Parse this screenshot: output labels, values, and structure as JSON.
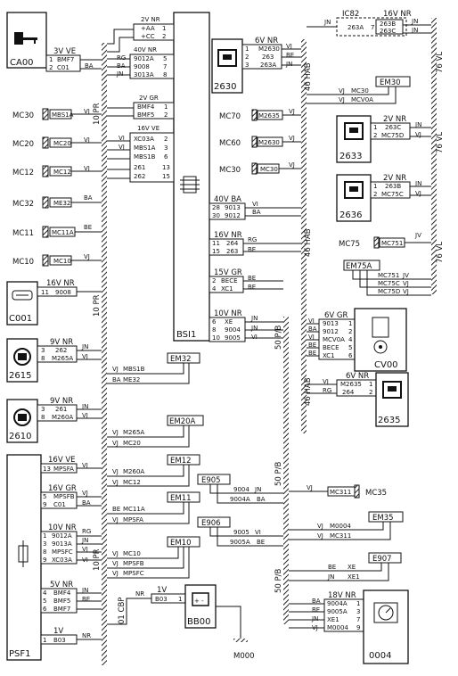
{
  "bsi": {
    "code": "BSI1"
  },
  "connectors": {
    "top": {
      "header": "2V NR",
      "pins": [
        {
          "n": "1",
          "w": "+AA"
        },
        {
          "n": "2",
          "w": "+CC"
        }
      ]
    },
    "bsi_40v": {
      "header": "40V NR",
      "pins": [
        {
          "n": "5",
          "w": "9012A"
        },
        {
          "n": "7",
          "w": "9008"
        },
        {
          "n": "8",
          "w": "3013A"
        }
      ]
    },
    "bsi_2vgr": {
      "header": "2V GR",
      "pins": [
        {
          "n": "1",
          "w": "BMF4"
        },
        {
          "n": "2",
          "w": "BMF5"
        }
      ]
    },
    "bsi_16vve": {
      "header": "16V VE",
      "pins": [
        {
          "n": "2",
          "w": "XC03A"
        },
        {
          "n": "3",
          "w": "MBS1A"
        },
        {
          "n": "6",
          "w": "MBS1B"
        },
        {
          "n": "13",
          "w": "261"
        },
        {
          "n": "15",
          "w": "262"
        }
      ]
    },
    "bsi_40vba": {
      "header": "40V BA",
      "pins": [
        {
          "n": "28",
          "w": "9013"
        },
        {
          "n": "30",
          "w": "9012"
        }
      ]
    },
    "bsi_16vnr": {
      "header": "16V NR",
      "pins": [
        {
          "n": "11",
          "w": "264"
        },
        {
          "n": "15",
          "w": "263"
        }
      ]
    },
    "bsi_15vgr": {
      "header": "15V GR",
      "pins": [
        {
          "n": "2",
          "w": "BECE"
        },
        {
          "n": "4",
          "w": "XC1"
        }
      ]
    },
    "bsi_10vnr": {
      "header": "10V NR",
      "pins": [
        {
          "n": "6",
          "w": "XE"
        },
        {
          "n": "8",
          "w": "9004"
        },
        {
          "n": "10",
          "w": "9005"
        }
      ]
    },
    "ca00_3vve": {
      "header": "3V VE",
      "pins": [
        {
          "n": "1",
          "w": "BMF7"
        },
        {
          "n": "2",
          "w": "C01"
        }
      ]
    },
    "c001_16vnr": {
      "header": "16V NR",
      "pins": [
        {
          "n": "11",
          "w": "9008"
        }
      ]
    },
    "c2615_9vnr": {
      "header": "9V NR",
      "pins": [
        {
          "n": "3",
          "w": "262"
        },
        {
          "n": "8",
          "w": "M265A"
        }
      ]
    },
    "c2610_9vnr": {
      "header": "9V NR",
      "pins": [
        {
          "n": "3",
          "w": "261"
        },
        {
          "n": "8",
          "w": "M260A"
        }
      ]
    },
    "psf1_16vve": {
      "header": "16V VE",
      "pins": [
        {
          "n": "13",
          "w": "MPSFA"
        }
      ]
    },
    "psf1_16vgr": {
      "header": "16V GR",
      "pins": [
        {
          "n": "5",
          "w": "MPSFB"
        },
        {
          "n": "9",
          "w": "C01"
        }
      ]
    },
    "psf1_10vnr": {
      "header": "10V NR",
      "pins": [
        {
          "n": "1",
          "w": "9012A"
        },
        {
          "n": "3",
          "w": "9013A"
        },
        {
          "n": "8",
          "w": "MPSFC"
        },
        {
          "n": "9",
          "w": "XC03A"
        }
      ]
    },
    "psf1_5vnr": {
      "header": "5V NR",
      "pins": [
        {
          "n": "4",
          "w": "BMF4"
        },
        {
          "n": "5",
          "w": "BMF5"
        },
        {
          "n": "6",
          "w": "BMF7"
        }
      ]
    },
    "psf1_1v": {
      "header": "1V",
      "pins": [
        {
          "n": "1",
          "w": "B03"
        }
      ]
    },
    "bb00_1v": {
      "header": "1V",
      "pins": [
        {
          "n": "1",
          "w": "B03"
        }
      ]
    },
    "c2630_6vnr": {
      "header": "6V NR",
      "pins": [
        {
          "n": "1",
          "w": "M2630"
        },
        {
          "n": "2",
          "w": "263"
        },
        {
          "n": "3",
          "w": "263A"
        }
      ]
    },
    "ic82": {
      "header": "IC82",
      "pins": [
        {
          "n": "7",
          "w": "263A"
        }
      ]
    },
    "ic82_16vnr": {
      "header": "16V NR",
      "pins": [
        {
          "n": "",
          "w": "263B"
        },
        {
          "n": "",
          "w": "263C"
        }
      ]
    },
    "c2633_2vnr": {
      "header": "2V NR",
      "pins": [
        {
          "n": "1",
          "w": "263C"
        },
        {
          "n": "2",
          "w": "MC75D"
        }
      ]
    },
    "c2636_2vnr": {
      "header": "2V NR",
      "pins": [
        {
          "n": "1",
          "w": "263B"
        },
        {
          "n": "2",
          "w": "MC75C"
        }
      ]
    },
    "cv00_6vgr": {
      "header": "6V GR",
      "pins": [
        {
          "n": "1",
          "w": "9013"
        },
        {
          "n": "2",
          "w": "9012"
        },
        {
          "n": "4",
          "w": "MCV0A"
        },
        {
          "n": "5",
          "w": "BECE"
        },
        {
          "n": "6",
          "w": "XC1"
        }
      ]
    },
    "c2635_6vnr": {
      "header": "6V NR",
      "pins": [
        {
          "n": "1",
          "w": "M2635"
        },
        {
          "n": "2",
          "w": "264"
        }
      ]
    },
    "c0004_18vnr": {
      "header": "18V NR",
      "pins": [
        {
          "n": "1",
          "w": "9004A"
        },
        {
          "n": "3",
          "w": "9005A"
        },
        {
          "n": "7",
          "w": "XE1"
        },
        {
          "n": "9",
          "w": "M0004"
        }
      ]
    }
  },
  "components": {
    "ca00": "CA00",
    "c001": "C001",
    "c2615": "2615",
    "c2610": "2610",
    "psf1": "PSF1",
    "bb00": "BB00",
    "c2630": "2630",
    "c2633": "2633",
    "c2636": "2636",
    "cv00": "CV00",
    "c2635": "2635",
    "c0004": "0004"
  },
  "ground": "M000",
  "colors": {
    "BA": "BA",
    "VJ": "VJ",
    "BE": "BE",
    "RG": "RG",
    "JN": "JN",
    "VI": "VI",
    "NR": "NR"
  },
  "left_points": [
    {
      "code": "MC30",
      "tag": "MBS1A",
      "color": "VJ"
    },
    {
      "code": "MC20",
      "tag": "MC20",
      "color": "VJ"
    },
    {
      "code": "MC12",
      "tag": "MC12",
      "color": "VJ"
    },
    {
      "code": "MC32",
      "tag": "ME32",
      "color": "BA"
    },
    {
      "code": "MC11",
      "tag": "MC11A",
      "color": "BE"
    },
    {
      "code": "MC10",
      "tag": "MC10",
      "color": "VJ"
    }
  ],
  "right_points": [
    {
      "code": "MC70",
      "tag": "M2635",
      "color": "VJ"
    },
    {
      "code": "MC60",
      "tag": "M2630",
      "color": "VJ"
    },
    {
      "code": "MC30",
      "tag": "MC30",
      "color": "VJ"
    },
    {
      "code": "MC75",
      "tag": "MC751",
      "color": "JV"
    },
    {
      "code": "MC35",
      "tag": "MC311",
      "color": "VJ"
    }
  ],
  "bundles": {
    "pr": "10 PR",
    "hab": "46 HAB",
    "vl": "76 VL",
    "pb": "50 P/B",
    "cbp": "01 CBP"
  },
  "splices": {
    "em30": {
      "code": "EM30",
      "lines": [
        {
          "c": "VJ",
          "w": "MC30"
        },
        {
          "c": "VJ",
          "w": "MCV0A"
        }
      ]
    },
    "em32": {
      "code": "EM32",
      "lines": [
        {
          "c": "VJ",
          "w": "MBS1B"
        },
        {
          "c": "BA",
          "w": "ME32"
        }
      ]
    },
    "em20a": {
      "code": "EM20A",
      "lines": [
        {
          "c": "VJ",
          "w": "M265A"
        },
        {
          "c": "VJ",
          "w": "MC20"
        }
      ]
    },
    "em12": {
      "code": "EM12",
      "lines": [
        {
          "c": "VJ",
          "w": "M260A"
        },
        {
          "c": "VJ",
          "w": "MC12"
        }
      ]
    },
    "em11": {
      "code": "EM11",
      "lines": [
        {
          "c": "BE",
          "w": "MC11A"
        },
        {
          "c": "VJ",
          "w": "MPSFA"
        }
      ]
    },
    "em10": {
      "code": "EM10",
      "lines": [
        {
          "c": "VJ",
          "w": "MC10"
        },
        {
          "c": "VJ",
          "w": "MPSFB"
        },
        {
          "c": "VJ",
          "w": "MPSFC"
        }
      ]
    },
    "em75a": {
      "code": "EM75A",
      "lines": [
        {
          "c": "JV",
          "w": "MC751"
        },
        {
          "c": "VJ",
          "w": "MC75C"
        },
        {
          "c": "VJ",
          "w": "MC75D"
        }
      ]
    },
    "e905": {
      "code": "E905",
      "lines": [
        {
          "c": "JN",
          "w": "9004"
        },
        {
          "c": "BA",
          "w": "9004A"
        }
      ]
    },
    "e906": {
      "code": "E906",
      "lines": [
        {
          "c": "VI",
          "w": "9005"
        },
        {
          "c": "BE",
          "w": "9005A"
        }
      ]
    },
    "em35": {
      "code": "EM35",
      "lines": [
        {
          "c": "VJ",
          "w": "M0004"
        },
        {
          "c": "VJ",
          "w": "MC311"
        }
      ]
    },
    "e907": {
      "code": "E907",
      "lines": [
        {
          "c": "BE",
          "w": "XE"
        },
        {
          "c": "JN",
          "w": "XE1"
        }
      ]
    }
  }
}
